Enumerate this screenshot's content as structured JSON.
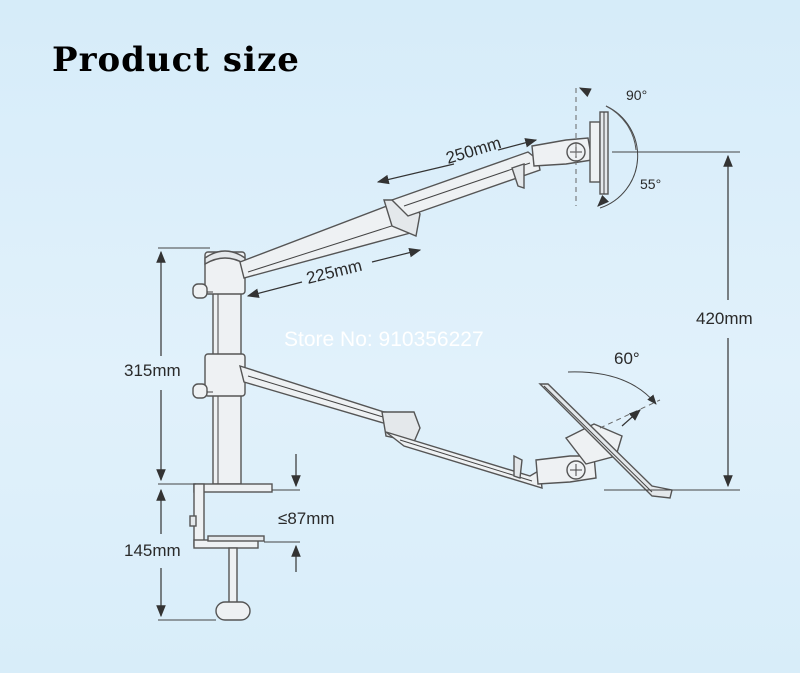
{
  "title": "Product size",
  "dimensions": {
    "upper_arm_outer": "250mm",
    "upper_arm_inner": "225mm",
    "pole_height": "315mm",
    "total_height": "420mm",
    "clamp_height": "145mm",
    "desk_thickness": "≤87mm"
  },
  "angles": {
    "monitor_up": "90°",
    "monitor_down": "55°",
    "laptop_tilt": "60°"
  },
  "watermark": "Store No: 910356227"
}
